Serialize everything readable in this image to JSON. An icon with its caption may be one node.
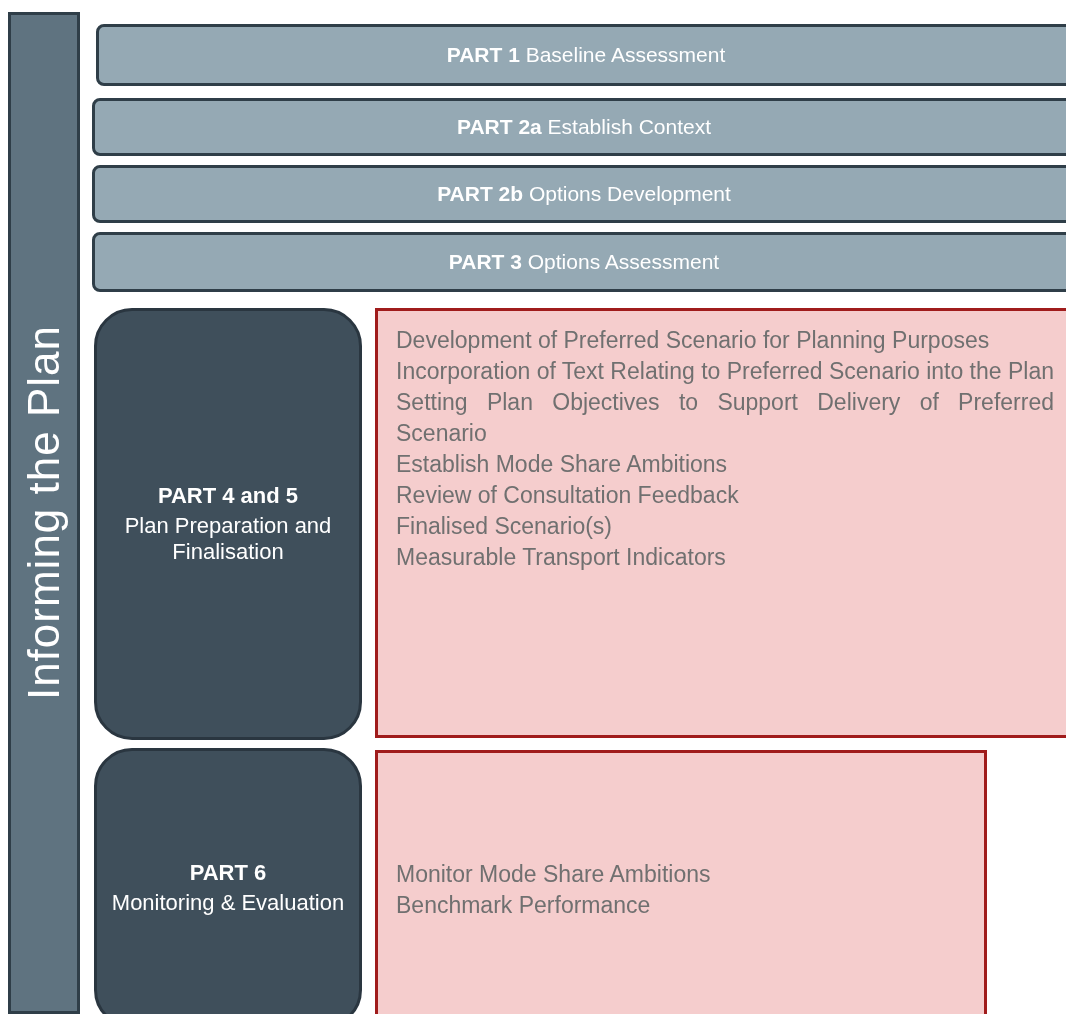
{
  "diagram": {
    "nodes": [
      {
        "text": [
          "Informing the Plan"
        ]
      },
      {
        "text": [
          "**PART 1** Baseline Assessment"
        ]
      },
      {
        "text": [
          "**PART 2a** Establish Context"
        ]
      },
      {
        "text": [
          "**PART 2b** Options Development"
        ]
      },
      {
        "text": [
          "**PART 3** Options Assessment"
        ]
      },
      {
        "text": [
          "PART 4 and 5",
          "Plan Preparation and Finalisation"
        ]
      },
      {
        "text": [
          "Development of Preferred Scenario for Planning Purposes",
          "Incorporation of Text Relating to Preferred Scenario into the Plan",
          "Setting Plan Objectives to Support Delivery of Preferred Scenario",
          "Establish Mode Share Ambitions",
          "Review of Consultation Feedback",
          "Finalised Scenario(s)",
          "Measurable Transport Indicators"
        ]
      },
      {
        "text": [
          "PART 6",
          "Monitoring & Evaluation"
        ]
      },
      {
        "text": [
          "Monitor Mode Share Ambitions",
          "Benchmark Performance"
        ]
      }
    ]
  }
}
